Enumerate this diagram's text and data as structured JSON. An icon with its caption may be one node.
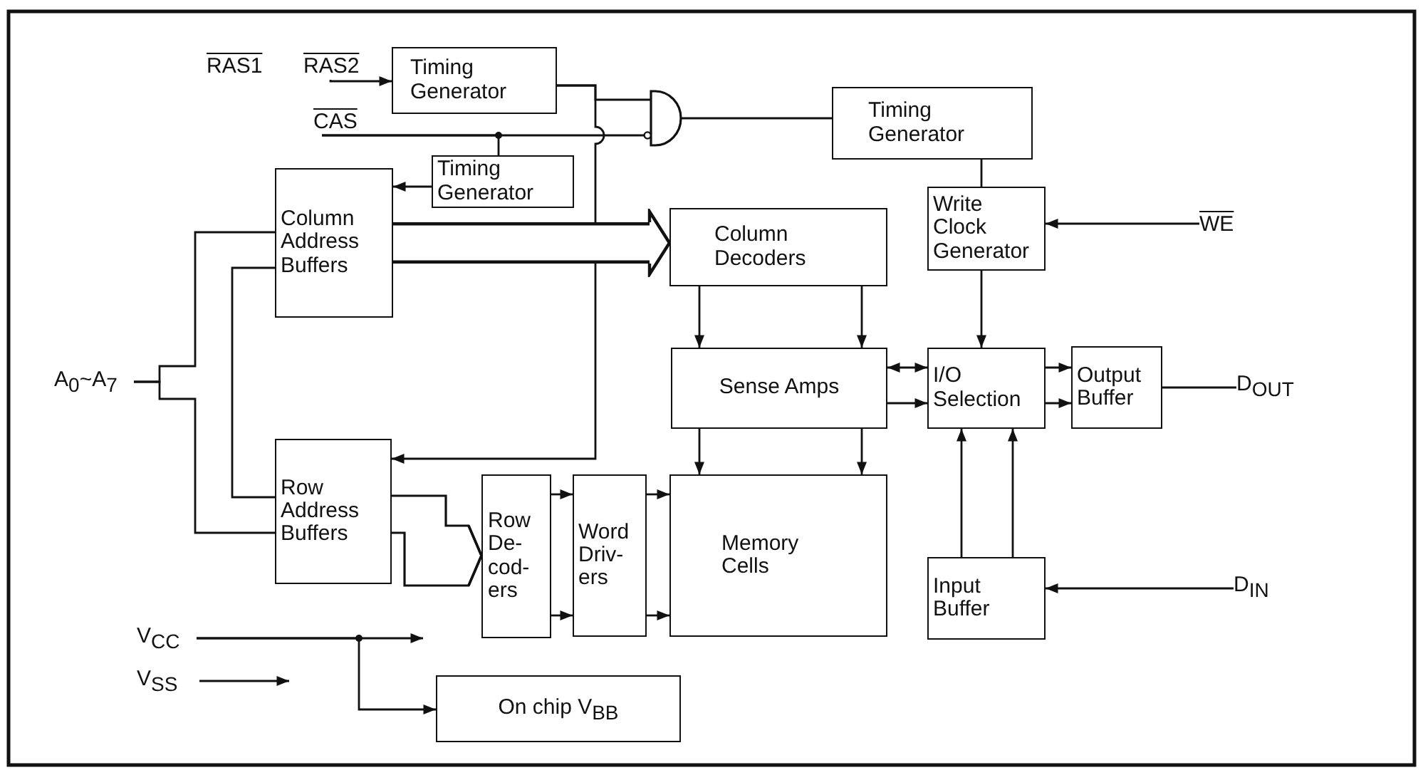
{
  "diagram": {
    "nodes": [
      {
        "text": [
          "RAS2"
        ]
      },
      {
        "text": [
          "CAS"
        ]
      },
      {
        "text": [
          "Timing Generator"
        ]
      },
      {
        "text": [],
        "shape": "gate"
      },
      {
        "text": [
          "Timing Generator"
        ]
      },
      {
        "text": [
          "Timing Generator"
        ]
      },
      {
        "text": [
          "Column Address Buffers"
        ]
      },
      {
        "text": [
          "Column Decoders"
        ]
      },
      {
        "text": [
          "Write Clock Generator"
        ]
      },
      {
        "text": [
          "WE"
        ]
      },
      {
        "text": [
          "A$_{0}$~A$_{7}$"
        ]
      },
      {
        "text": [
          "Sense Amps"
        ]
      },
      {
        "text": [
          "I/O Selection"
        ]
      },
      {
        "text": [
          "Output Buffer"
        ]
      },
      {
        "text": [
          "D$_{OUT}$"
        ]
      },
      {
        "text": [
          "Row Address Buffers"
        ]
      },
      {
        "text": [
          "Row De- cod- ers"
        ]
      },
      {
        "text": [
          "Word Driv- ers"
        ]
      },
      {
        "text": [
          "Memory Cells"
        ]
      },
      {
        "text": [
          "Input Buffer"
        ]
      },
      {
        "text": [
          "D$_{IN}$"
        ]
      },
      {
        "text": [
          "V$_{CC}$"
        ]
      },
      {
        "text": [
          "V$_{SS}$"
        ]
      },
      {
        "text": [
          "On chip V$_{BB}$"
        ]
      }
    ],
    "edges": [
      {
        "from": 0,
        "to": 2,
        "arrow": "to"
      },
      {
        "from": 2,
        "to": 3,
        "arrow": "none"
      },
      {
        "from": 2,
        "to": 15,
        "arrow": "to"
      },
      {
        "from": 1,
        "to": 3,
        "arrow": "none"
      },
      {
        "from": 1,
        "to": 5,
        "arrow": "none"
      },
      {
        "from": 3,
        "to": 4,
        "arrow": "none"
      },
      {
        "from": 5,
        "to": 6,
        "arrow": "to"
      },
      {
        "from": 4,
        "to": 8,
        "arrow": "none"
      },
      {
        "from": 9,
        "to": 8,
        "arrow": "to"
      },
      {
        "from": 6,
        "to": 7,
        "arrow": "to",
        "style": "thick"
      },
      {
        "from": 10,
        "to": 6,
        "arrow": "none"
      },
      {
        "from": 10,
        "to": 15,
        "arrow": "none"
      },
      {
        "from": 6,
        "to": 15,
        "arrow": "none"
      },
      {
        "from": 7,
        "to": 11,
        "arrow": "to"
      },
      {
        "from": 7,
        "to": 11,
        "arrow": "to"
      },
      {
        "from": 11,
        "to": 18,
        "arrow": "to"
      },
      {
        "from": 11,
        "to": 18,
        "arrow": "to"
      },
      {
        "from": 8,
        "to": 12,
        "arrow": "to"
      },
      {
        "from": 11,
        "to": 12,
        "arrow": "both"
      },
      {
        "from": 11,
        "to": 12,
        "arrow": "to"
      },
      {
        "from": 12,
        "to": 13,
        "arrow": "to"
      },
      {
        "from": 12,
        "to": 13,
        "arrow": "to"
      },
      {
        "from": 13,
        "to": 14,
        "arrow": "none"
      },
      {
        "from": 19,
        "to": 12,
        "arrow": "to"
      },
      {
        "from": 19,
        "to": 12,
        "arrow": "to"
      },
      {
        "from": 20,
        "to": 19,
        "arrow": "to"
      },
      {
        "from": 15,
        "to": 16,
        "arrow": "to"
      },
      {
        "from": 16,
        "to": 17,
        "arrow": "to"
      },
      {
        "from": 16,
        "to": 17,
        "arrow": "to"
      },
      {
        "from": 17,
        "to": 18,
        "arrow": "to"
      },
      {
        "from": 17,
        "to": 18,
        "arrow": "to"
      },
      {
        "from": 21,
        "to": null,
        "arrow": "to"
      },
      {
        "from": 21,
        "to": 23,
        "arrow": "to"
      },
      {
        "from": 22,
        "to": null,
        "arrow": "to"
      }
    ],
    "labels": [
      "RAS1"
    ]
  }
}
